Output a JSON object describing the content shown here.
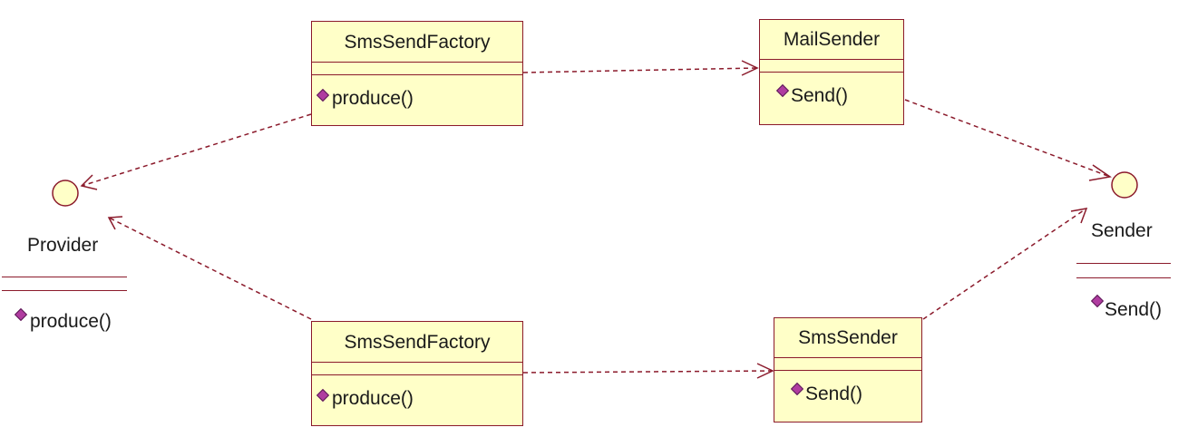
{
  "diagram": {
    "interfaces": {
      "provider": {
        "name": "Provider",
        "operation": "produce()"
      },
      "sender": {
        "name": "Sender",
        "operation": "Send()"
      }
    },
    "classes": {
      "sms_send_factory_top": {
        "name": "SmsSendFactory",
        "operation": "produce()"
      },
      "sms_send_factory_bottom": {
        "name": "SmsSendFactory",
        "operation": "produce()"
      },
      "mail_sender": {
        "name": "MailSender",
        "operation": "Send()"
      },
      "sms_sender": {
        "name": "SmsSender",
        "operation": "Send()"
      }
    },
    "colors": {
      "class_fill": "#ffffc8",
      "border": "#8b1a2b",
      "interface_fill": "#ffffc8",
      "operation_marker": "#b03ca0"
    }
  }
}
